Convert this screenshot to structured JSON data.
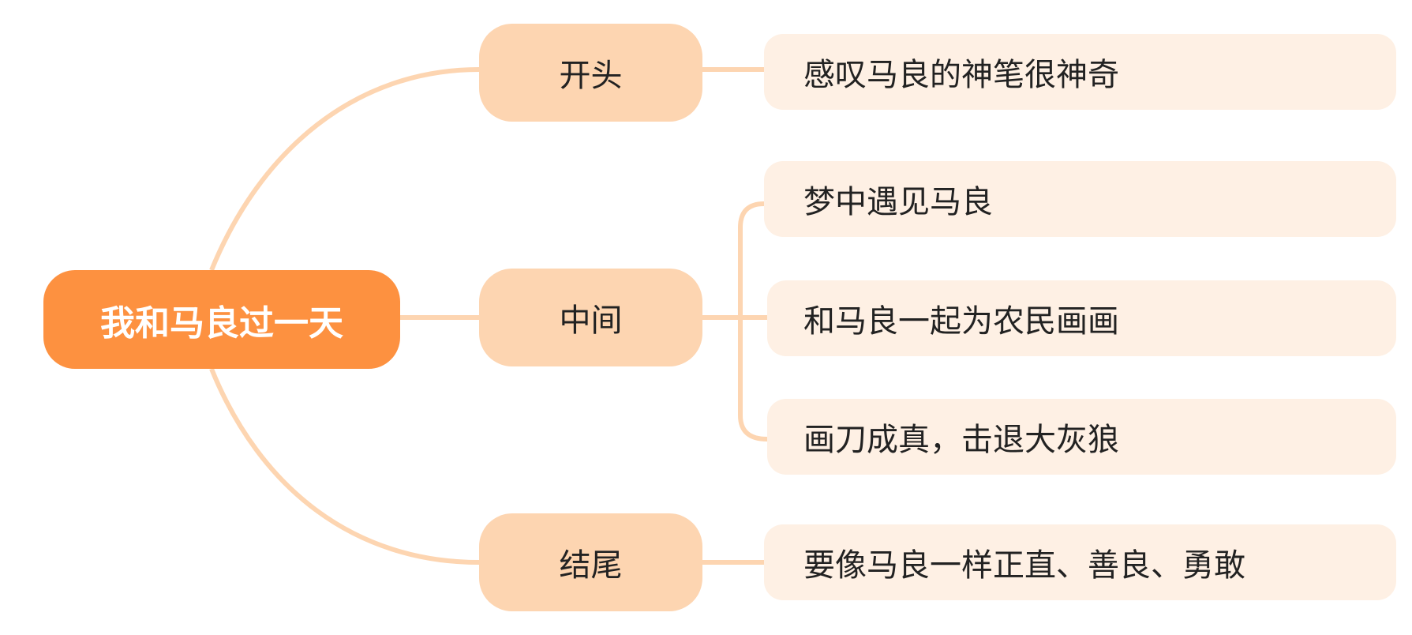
{
  "root": {
    "label": "我和马良过一天"
  },
  "branches": [
    {
      "label": "开头",
      "children": [
        "感叹马良的神笔很神奇"
      ]
    },
    {
      "label": "中间",
      "children": [
        "梦中遇见马良",
        "和马良一起为农民画画",
        "画刀成真，击退大灰狼"
      ]
    },
    {
      "label": "结尾",
      "children": [
        "要像马良一样正直、善良、勇敢"
      ]
    }
  ],
  "colors": {
    "root": "#FD9140",
    "branch": "#FDD5B1",
    "leaf": "#FEF0E4",
    "line": "#FDD5B1"
  }
}
